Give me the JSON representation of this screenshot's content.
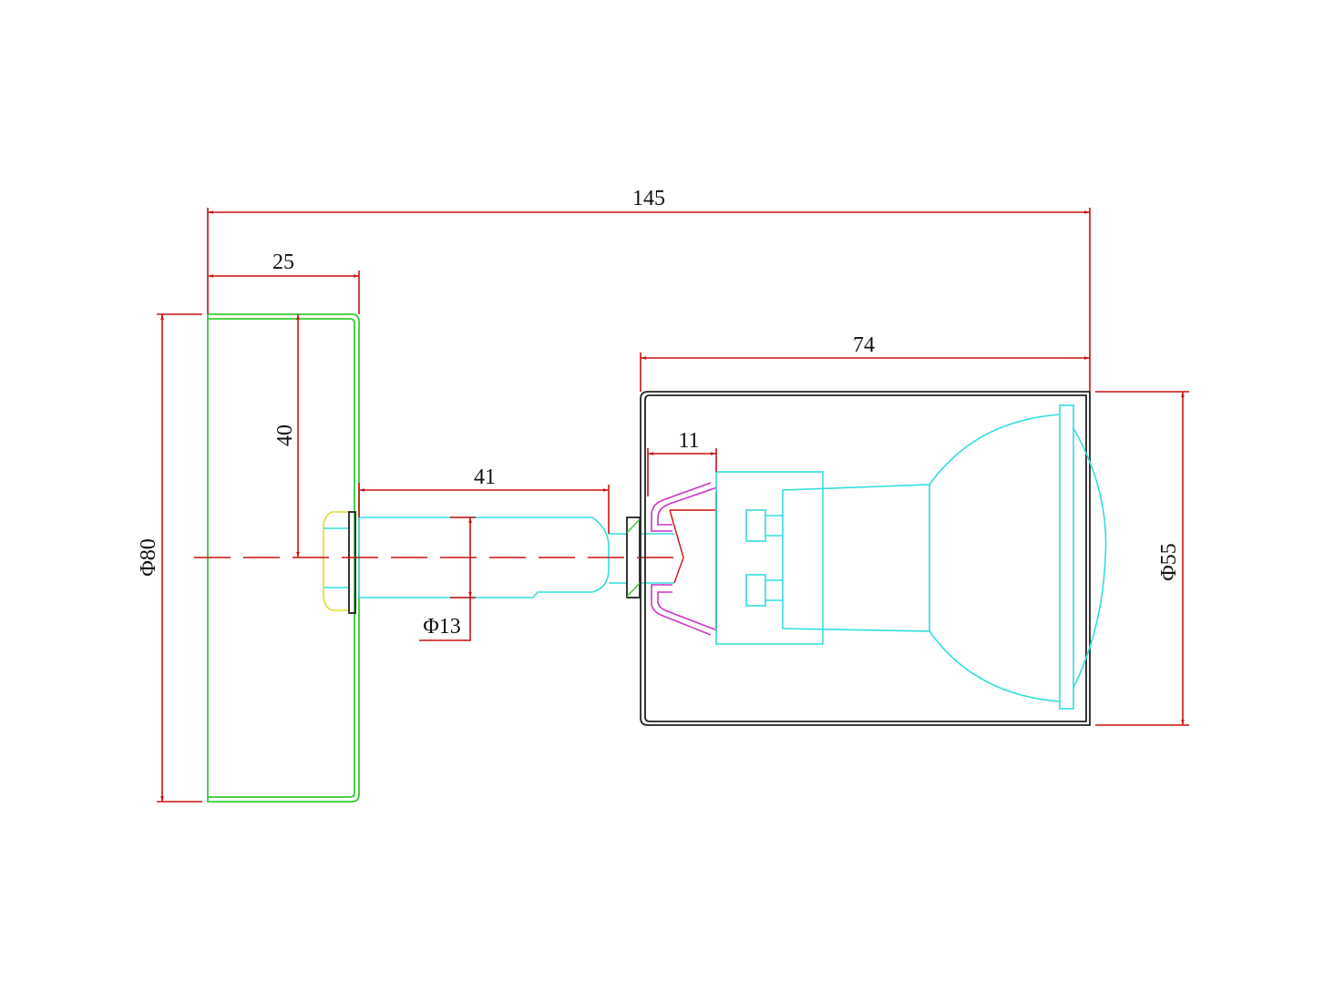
{
  "drawing": {
    "title": "Spotlight assembly dimension drawing",
    "dimensions": {
      "overall_length": "145",
      "base_depth": "25",
      "base_diameter": "Φ80",
      "base_half_height": "40",
      "stem_length": "41",
      "stem_diameter": "Φ13",
      "head_length": "74",
      "clip_width": "11",
      "head_diameter": "Φ55"
    },
    "colors": {
      "dimension": "#cc1111",
      "lamp": "#33dddd",
      "base": "#33cc33",
      "housing": "#222222",
      "clip": "#cc33cc",
      "nut": "#dddd33"
    }
  }
}
